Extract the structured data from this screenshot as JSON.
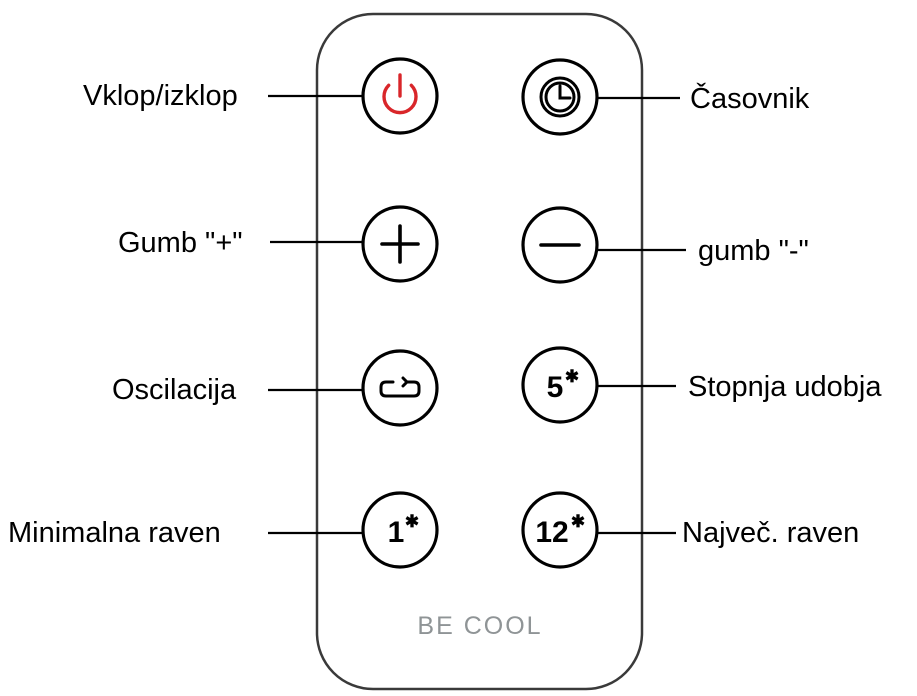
{
  "remote": {
    "brand": "BE COOL",
    "colors": {
      "outline": "#000000",
      "body_outline": "#3a3a3a",
      "power_accent": "#d9262a",
      "brand_text": "#8f9496"
    },
    "buttons": {
      "power": {
        "icon": "power-icon",
        "label": "Vklop/izklop"
      },
      "timer": {
        "icon": "clock-icon",
        "label": "Časovnik"
      },
      "plus": {
        "icon": "plus-icon",
        "label": "Gumb \"+\""
      },
      "minus": {
        "icon": "minus-icon",
        "label": "gumb \"-\""
      },
      "oscillation": {
        "icon": "oscillation-icon",
        "label": "Oscilacija"
      },
      "comfort": {
        "text": "5",
        "label": "Stopnja udobja"
      },
      "min_level": {
        "text": "1",
        "label": "Minimalna raven"
      },
      "max_level": {
        "text": "12",
        "label": "Največ. raven"
      }
    }
  }
}
